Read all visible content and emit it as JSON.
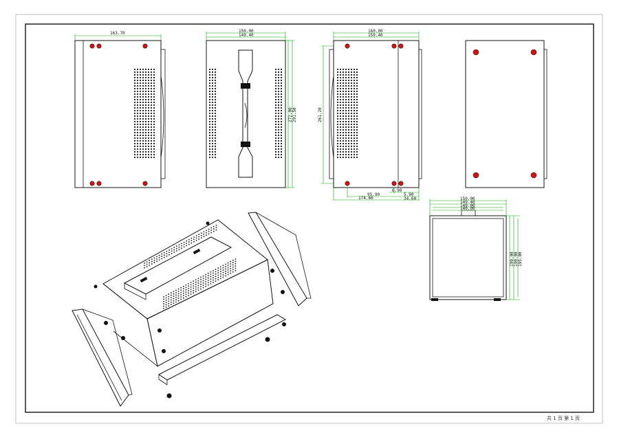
{
  "sheet": {
    "page_label": "共 1 页  第 1 页"
  },
  "dimensions": {
    "view1_width": "163.70",
    "view2_width_outer": "150.00",
    "view2_width_inner": "149.40",
    "view2_height_a": "272.00",
    "view2_height_b": "291.50",
    "view3_width_outer": "160.00",
    "view3_width_inner": "159.40",
    "view3_height": "261.20",
    "view3_off1": "6.90",
    "view3_off2": "95.90",
    "view3_off3": "174.60",
    "view3_off4": "5.90",
    "view3_off5": "34.60",
    "view5_w1": "150.00",
    "view5_w2": "149.40",
    "view5_w3": "140.00",
    "view5_w4": "140.00",
    "view5_h1": "199.00",
    "view5_h2": "190.00",
    "view5_h3": "195.00"
  },
  "colors": {
    "line": "#111111",
    "dimension": "#00b000",
    "fastener": "#d81010"
  }
}
